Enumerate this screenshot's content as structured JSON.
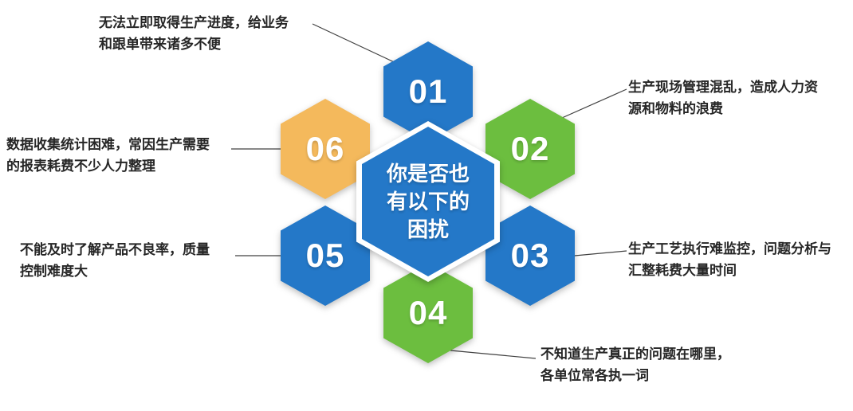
{
  "colors": {
    "blue": "#2478C8",
    "green": "#6CBE3F",
    "orange": "#F4B95C",
    "line": "#404040",
    "label_text": "#262626"
  },
  "center": {
    "text": "你是否也\n有以下的\n困扰"
  },
  "items": [
    {
      "number": "01",
      "color": "blue",
      "label": "无法立即取得生产进度，给业务\n和跟单带来诸多不便"
    },
    {
      "number": "02",
      "color": "green",
      "label": "生产现场管理混乱，造成人力资\n源和物料的浪费"
    },
    {
      "number": "03",
      "color": "blue",
      "label": "生产工艺执行难监控，问题分析与\n汇整耗费大量时间"
    },
    {
      "number": "04",
      "color": "green",
      "label": "不知道生产真正的问题在哪里，\n各单位常各执一词"
    },
    {
      "number": "05",
      "color": "blue",
      "label": "不能及时了解产品不良率，质量\n控制难度大"
    },
    {
      "number": "06",
      "color": "orange",
      "label": "数据收集统计困难，常因生产需要\n的报表耗费不少人力整理"
    }
  ]
}
